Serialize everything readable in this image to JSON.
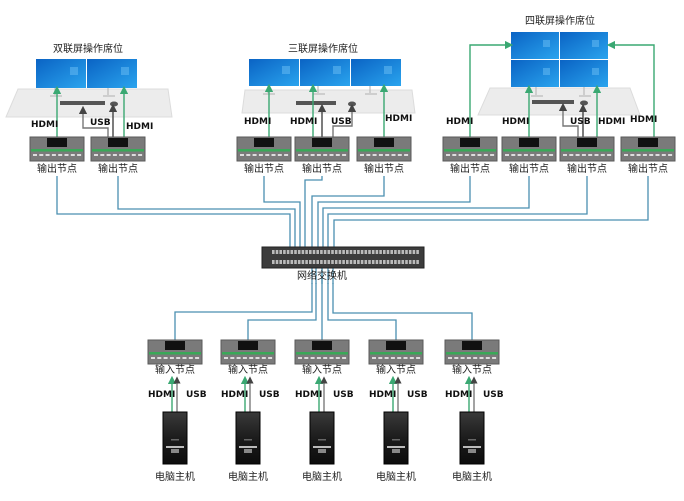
{
  "colors": {
    "network_line": "#4a8fb0",
    "hdmi_line": "#3aa872",
    "usb_line": "#666666",
    "screen": "#1e88d8",
    "desk": "#ececec",
    "device_body": "#7a7a7a",
    "device_green": "#3aa858",
    "pc_body": "#1a1a1a"
  },
  "workstations": [
    {
      "title": "双联屏操作席位",
      "screens": 2,
      "layout": "row"
    },
    {
      "title": "三联屏操作席位",
      "screens": 3,
      "layout": "row"
    },
    {
      "title": "四联屏操作席位",
      "screens": 4,
      "layout": "grid-2x2"
    }
  ],
  "output_nodes": [
    {
      "label": "输出节点",
      "workstation": 0,
      "connections": [
        "HDMI"
      ]
    },
    {
      "label": "输出节点",
      "workstation": 0,
      "connections": [
        "USB",
        "HDMI"
      ]
    },
    {
      "label": "输出节点",
      "workstation": 1,
      "connections": [
        "HDMI"
      ]
    },
    {
      "label": "输出节点",
      "workstation": 1,
      "connections": [
        "HDMI",
        "USB"
      ]
    },
    {
      "label": "输出节点",
      "workstation": 1,
      "connections": [
        "HDMI"
      ]
    },
    {
      "label": "输出节点",
      "workstation": 2,
      "connections": [
        "HDMI"
      ]
    },
    {
      "label": "输出节点",
      "workstation": 2,
      "connections": [
        "HDMI"
      ]
    },
    {
      "label": "输出节点",
      "workstation": 2,
      "connections": [
        "USB",
        "HDMI"
      ]
    },
    {
      "label": "输出节点",
      "workstation": 2,
      "connections": [
        "HDMI"
      ]
    }
  ],
  "switch": {
    "label": "网络交换机"
  },
  "input_nodes": [
    {
      "label": "输入节点",
      "hdmi": "HDMI",
      "usb": "USB",
      "pc_label": "电脑主机"
    },
    {
      "label": "输入节点",
      "hdmi": "HDMI",
      "usb": "USB",
      "pc_label": "电脑主机"
    },
    {
      "label": "输入节点",
      "hdmi": "HDMI",
      "usb": "USB",
      "pc_label": "电脑主机"
    },
    {
      "label": "输入节点",
      "hdmi": "HDMI",
      "usb": "USB",
      "pc_label": "电脑主机"
    },
    {
      "label": "输入节点",
      "hdmi": "HDMI",
      "usb": "USB",
      "pc_label": "电脑主机"
    }
  ],
  "labels": {
    "hdmi": "HDMI",
    "usb": "USB"
  }
}
